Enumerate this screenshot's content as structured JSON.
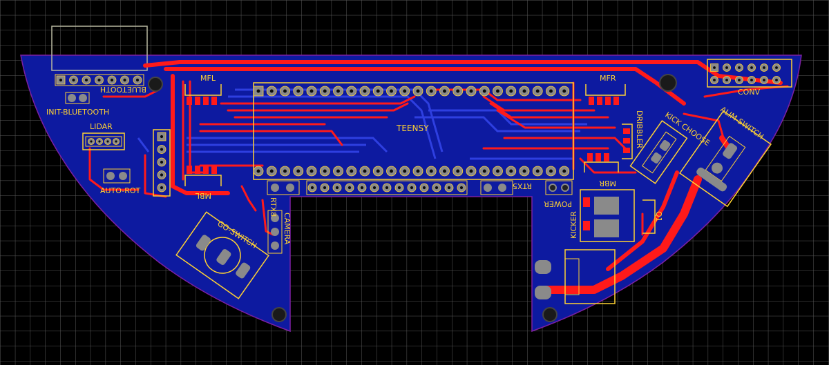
{
  "board": {
    "colors": {
      "background": "#000000",
      "grid": "#5a5a5a",
      "copper_bottom": "#0d1aa0",
      "board_outline": "#7d1fa3",
      "trace_top": "#ff1a1a",
      "trace_bottom": "#2e3fe0",
      "silkscreen": "#ffd233",
      "pad": "#8a8a8a",
      "hole": "#0a0a0a"
    }
  },
  "labels": {
    "bluetooth": "BLUETOOTH",
    "init_bluetooth": "INIT-BLUETOOTH",
    "lidar": "LIDAR",
    "auto_rot": "AUTO-ROT",
    "mbl": "MBL",
    "mfl": "MFL",
    "teensy": "TEENSY",
    "mfr": "MFR",
    "mbr": "MBR",
    "dribbler": "DRIBBLER",
    "kick_choose": "KICK CHOOSE",
    "alim_switch": "ALIM-SWITCH",
    "conv": "CONV",
    "rtx8": "RTX8",
    "rtx5": "RTX5",
    "power": "POWER",
    "camera": "CAMERA",
    "go_switch": "GO-SWITCH",
    "kicker": "KICKER",
    "q1": "Q1"
  }
}
